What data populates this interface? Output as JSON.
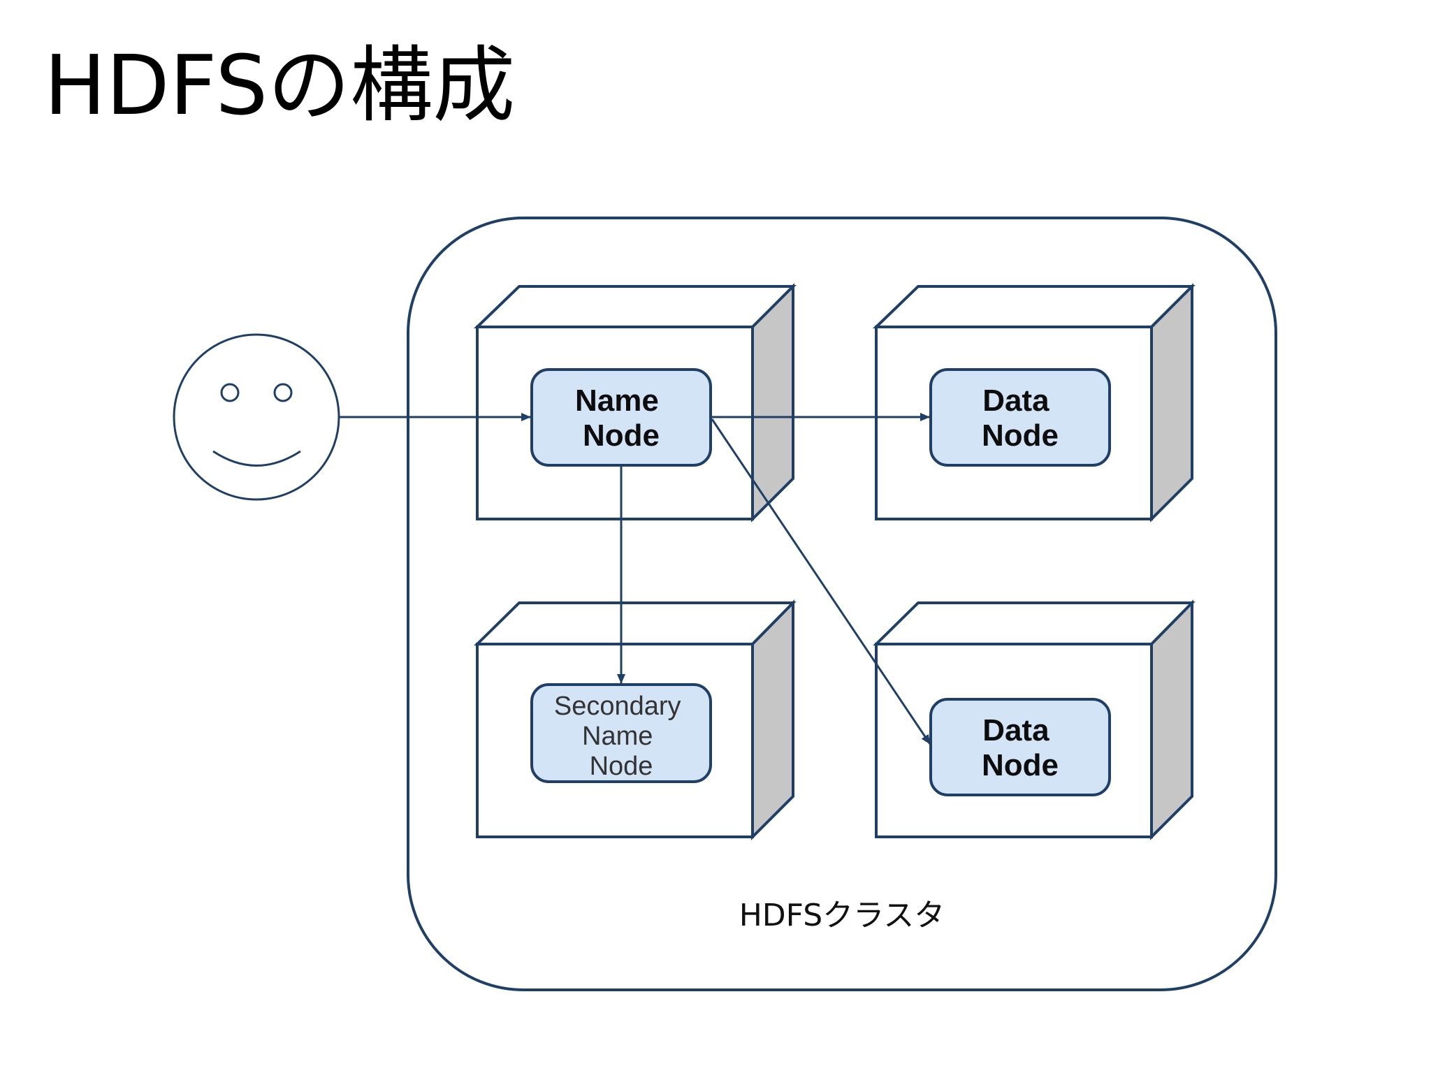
{
  "title": "HDFSの構成",
  "diagram": {
    "cluster_label": "HDFSクラスタ",
    "nodes": {
      "name_node": {
        "line1": "Name",
        "line2": "Node"
      },
      "data_node_1": {
        "line1": "Data",
        "line2": "Node"
      },
      "data_node_2": {
        "line1": "Data",
        "line2": "Node"
      },
      "secondary_name_node": {
        "line1": "Secondary",
        "line2": "Name",
        "line3": "Node"
      }
    },
    "actor_icon": "smiley-face-icon",
    "colors": {
      "stroke": "#1f3f66",
      "node_fill": "#d4e4f7",
      "cube_side": "#c6c6c6",
      "cube_face": "#ffffff"
    }
  }
}
